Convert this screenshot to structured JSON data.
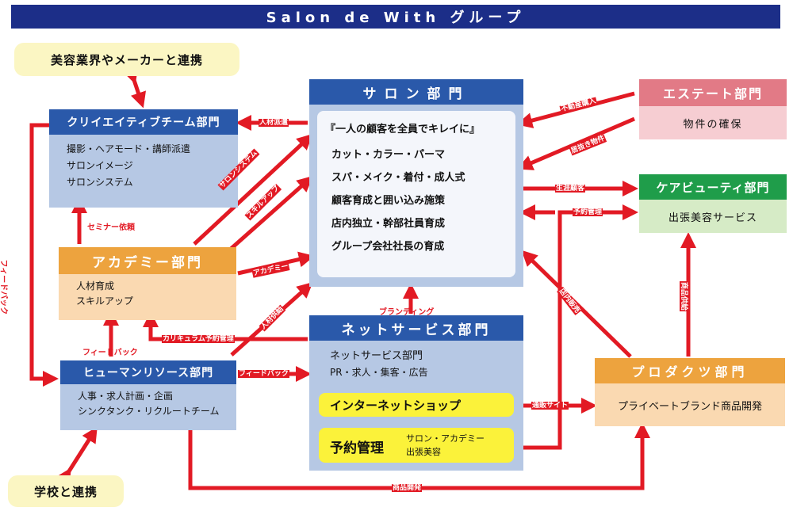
{
  "banner": {
    "title": "Salon de With グループ"
  },
  "pills": {
    "industry": "美容業界やメーカーと連携",
    "school": "学校と連携"
  },
  "salon": {
    "title": "サロン部門",
    "tagline": "『一人の顧客を全員でキレイに』",
    "items": [
      "カット・カラー・パーマ",
      "スパ・メイク・着付・成人式",
      "顧客育成と囲い込み施策",
      "店内独立・幹部社員育成",
      "グループ会社社長の育成"
    ]
  },
  "creative": {
    "title": "クリイエイティブチーム部門",
    "items": [
      "撮影・ヘアモード・講師派遣",
      "サロンイメージ",
      "サロンシステム"
    ]
  },
  "academy": {
    "title": "アカデミー部門",
    "items": [
      "人材育成",
      "スキルアップ"
    ]
  },
  "hr": {
    "title": "ヒューマンリソース部門",
    "items": [
      "人事・求人計画・企画",
      "シンクタンク・リクルートチーム"
    ]
  },
  "net": {
    "title": "ネットサービス部門",
    "items": [
      "ネットサービス部門",
      "PR・求人・集客・広告"
    ],
    "shop": "インターネットショップ",
    "reserve": "予約管理",
    "reserve_sub1": "サロン・アカデミー",
    "reserve_sub2": "出張美容"
  },
  "esthe": {
    "title": "エステート部門",
    "items": [
      "物件の確保"
    ]
  },
  "care": {
    "title": "ケアビューティ部門",
    "items": [
      "出張美容サービス"
    ]
  },
  "product": {
    "title": "プロダクツ部門",
    "items": [
      "プライベートブランド商品開発"
    ]
  },
  "labels": {
    "jinzai_haken": "人材派遣",
    "salon_system": "サロンシステム",
    "skill_up": "スキルアップ",
    "academy": "アカデミー",
    "seminar": "セミナー依頼",
    "feedback_v": "フィードバック",
    "feedback_h": "フィードバック",
    "feedback_hr": "フィードバック",
    "curriculum": "カリキュラム予約管理",
    "jinzai_kyokyu": "人材供給",
    "branding": "ブランディング",
    "fudosan": "不動産購入",
    "iinuki": "居抜き物件",
    "seiho": "生涯顧客",
    "yoyaku": "予約管理",
    "tenpo": "店内販売",
    "shohin_kyokyu": "商品供給",
    "tsuhan": "通販サイト",
    "shohin_kaihatsu": "商品開発"
  },
  "colors": {
    "arrow": "#e21a24",
    "banner": "#1c2e88",
    "blue_head": "#2a59aa",
    "orange_head": "#eda33e",
    "pink_head": "#e27a86",
    "green_head": "#1f9d4a"
  }
}
